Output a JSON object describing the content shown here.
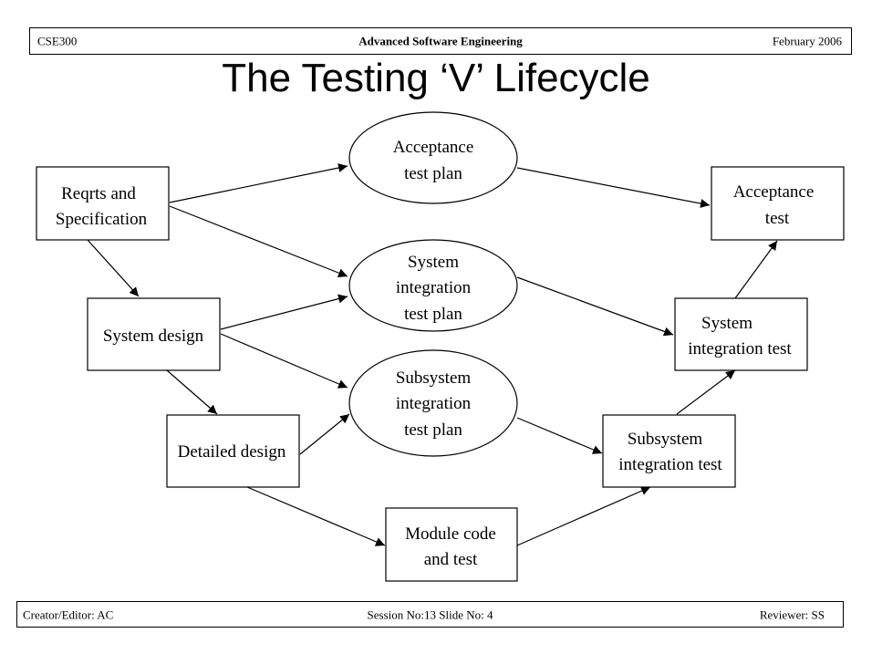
{
  "header": {
    "course": "CSE300",
    "course_title": "Advanced Software Engineering",
    "date": "February 2006"
  },
  "title": "The Testing ‘V’ Lifecycle",
  "nodes": {
    "reqrts": [
      "Reqrts and",
      "Specification"
    ],
    "system_design": [
      "System design"
    ],
    "detailed_design": [
      "Detailed design"
    ],
    "module_code": [
      "Module code",
      "and test"
    ],
    "subsystem_integration_test": [
      "Subsystem",
      "integration test"
    ],
    "system_integration_test": [
      "System",
      "integration test"
    ],
    "acceptance_test": [
      "Acceptance",
      "test"
    ],
    "acceptance_test_plan": [
      "Acceptance",
      "test plan"
    ],
    "system_integration_test_plan": [
      "System",
      "integration",
      "test plan"
    ],
    "subsystem_integration_test_plan": [
      "Subsystem",
      "integration",
      "test plan"
    ]
  },
  "footer": {
    "creator": "Creator/Editor: AC",
    "session": "Session No:13  Slide No: 4",
    "reviewer": "Reviewer: SS"
  }
}
